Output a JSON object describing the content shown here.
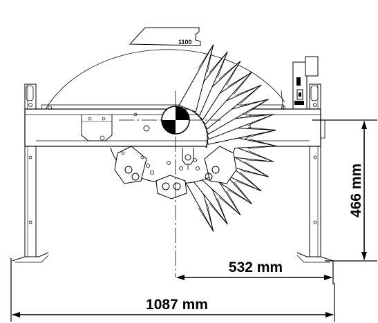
{
  "drawing": {
    "stroke_color": "#000000",
    "background": "#ffffff",
    "plate_label": "1100",
    "tooth_count": 16
  },
  "dimensions": {
    "height": {
      "label": "466 mm"
    },
    "half_width": {
      "label": "532 mm"
    },
    "total_width": {
      "label": "1087 mm"
    }
  }
}
